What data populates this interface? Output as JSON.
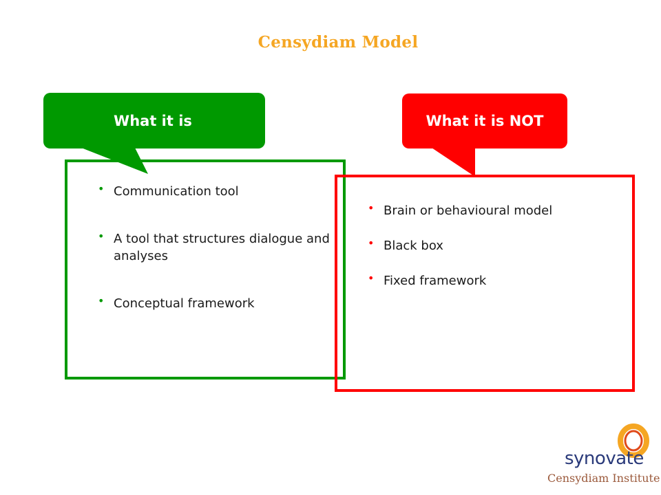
{
  "title": "Censydiam Model",
  "left": {
    "header": "What it is",
    "color": "#009900",
    "items": [
      "Communication tool",
      "A tool that structures dialogue and analyses",
      "Conceptual framework"
    ]
  },
  "right": {
    "header": "What it is NOT",
    "color": "#ff0000",
    "items": [
      "Brain or behavioural model",
      "Black box",
      "Fixed framework"
    ]
  },
  "logo": {
    "brand": "synovate",
    "institute": "Censydiam Institute",
    "ring_color": "#f5a623",
    "ring_inner_color": "#e04a1a"
  }
}
